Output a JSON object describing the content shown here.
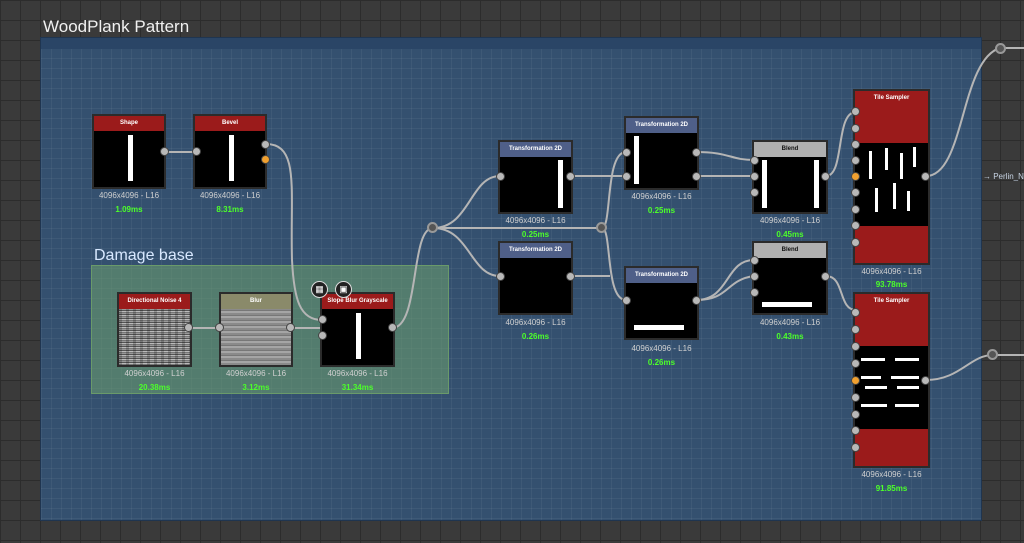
{
  "frame": {
    "title": "WoodPlank Pattern"
  },
  "subframe": {
    "title": "Damage base"
  },
  "output_label": "→ Perlin_Ni",
  "nodes": {
    "shape": {
      "title": "Shape",
      "res": "4096x4096 - L16",
      "time": "1.09ms"
    },
    "bevel": {
      "title": "Bevel",
      "res": "4096x4096 - L16",
      "time": "8.31ms"
    },
    "dirnoise": {
      "title": "Directional Noise 4",
      "res": "4096x4096 - L16",
      "time": "20.38ms"
    },
    "blur": {
      "title": "Blur",
      "res": "4096x4096 - L16",
      "time": "3.12ms"
    },
    "slopeblur": {
      "title": "Slope Blur Grayscale",
      "res": "4096x4096 - L16",
      "time": "31.34ms"
    },
    "transform1": {
      "title": "Transformation 2D",
      "res": "4096x4096 - L16",
      "time": "0.25ms"
    },
    "transform2": {
      "title": "Transformation 2D",
      "res": "4096x4096 - L16",
      "time": "0.26ms"
    },
    "transform3": {
      "title": "Transformation 2D",
      "res": "4096x4096 - L16",
      "time": "0.25ms"
    },
    "transform4": {
      "title": "Transformation 2D",
      "res": "4096x4096 - L16",
      "time": "0.26ms"
    },
    "blend1": {
      "title": "Blend",
      "res": "4096x4096 - L16",
      "time": "0.45ms"
    },
    "blend2": {
      "title": "Blend",
      "res": "4096x4096 - L16",
      "time": "0.43ms"
    },
    "tile1": {
      "title": "Tile Sampler",
      "res": "4096x4096 - L16",
      "time": "93.78ms"
    },
    "tile2": {
      "title": "Tile Sampler",
      "res": "4096x4096 - L16",
      "time": "91.85ms"
    }
  },
  "colors": {
    "header_red": "#9b1b1b",
    "header_blue": "#4f5f88",
    "header_gray": "#b0b0b0",
    "timing_green": "#4cff2a",
    "frame_blue": "#34506f",
    "subframe_green": "#6ea06e",
    "port_orange": "#f0a030"
  },
  "icons": [
    "document-icon",
    "checker-icon"
  ]
}
